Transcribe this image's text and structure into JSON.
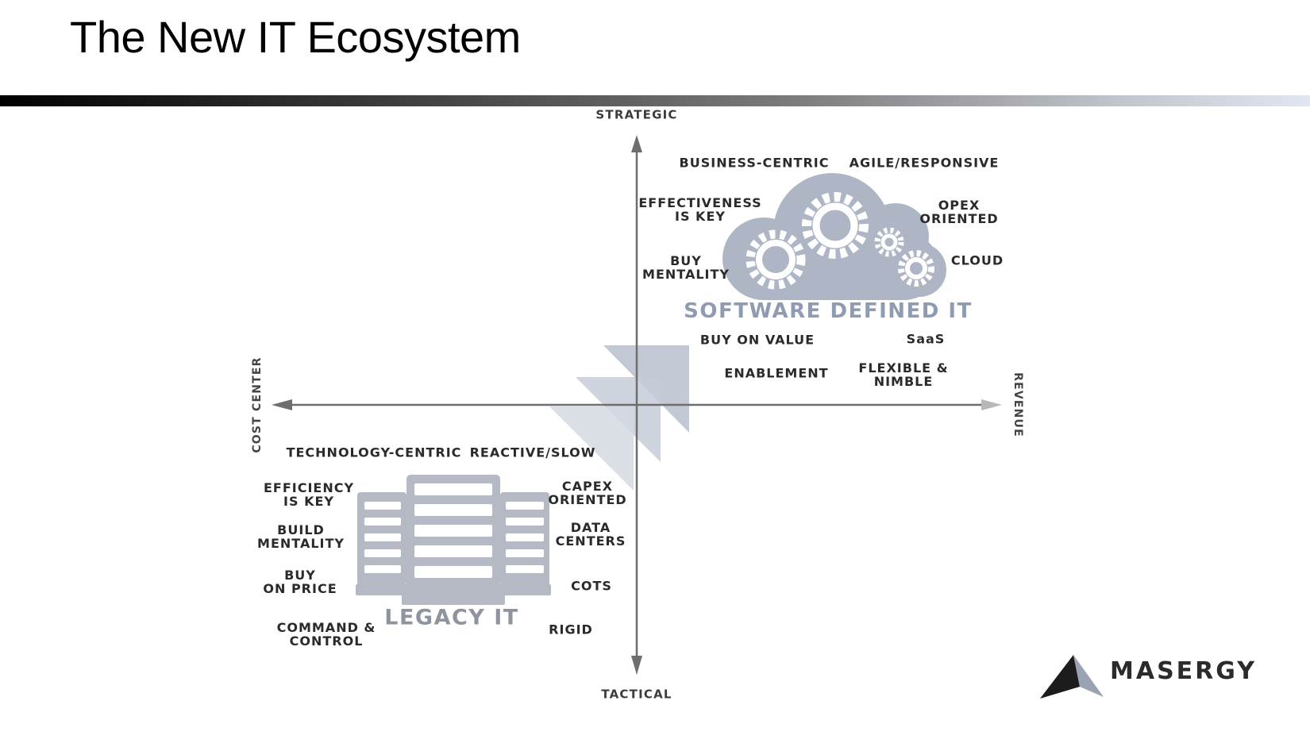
{
  "slide": {
    "title": "The New IT Ecosystem"
  },
  "axes": {
    "top": "STRATEGIC",
    "bottom": "TACTICAL",
    "left": "COST CENTER",
    "right": "REVENUE"
  },
  "software_defined": {
    "name": "SOFTWARE DEFINED IT",
    "attributes": [
      [
        "BUSINESS-CENTRIC"
      ],
      [
        "AGILE/RESPONSIVE"
      ],
      [
        "EFFECTIVENESS",
        "IS KEY"
      ],
      [
        "OPEX",
        "ORIENTED"
      ],
      [
        "BUY",
        "MENTALITY"
      ],
      [
        "CLOUD"
      ],
      [
        "BUY ON VALUE"
      ],
      [
        "SaaS"
      ],
      [
        "ENABLEMENT"
      ],
      [
        "FLEXIBLE &",
        "NIMBLE"
      ]
    ]
  },
  "legacy": {
    "name": "LEGACY IT",
    "attributes": [
      [
        "TECHNOLOGY-CENTRIC"
      ],
      [
        "REACTIVE/SLOW"
      ],
      [
        "EFFICIENCY",
        "IS KEY"
      ],
      [
        "CAPEX",
        "ORIENTED"
      ],
      [
        "BUILD",
        "MENTALITY"
      ],
      [
        "DATA",
        "CENTERS"
      ],
      [
        "BUY",
        "ON PRICE"
      ],
      [
        "COTS"
      ],
      [
        "COMMAND &",
        "CONTROL"
      ],
      [
        "RIGID"
      ]
    ]
  },
  "brand": {
    "name": "MASERGY"
  },
  "colors": {
    "axis": "#6e6e6e",
    "cloud": "#aeb6c5",
    "cloud_label": "#8f9bb3",
    "server": "#b4b9c3",
    "legacy_label": "#8e949e",
    "triangle": "#c4cad6"
  }
}
